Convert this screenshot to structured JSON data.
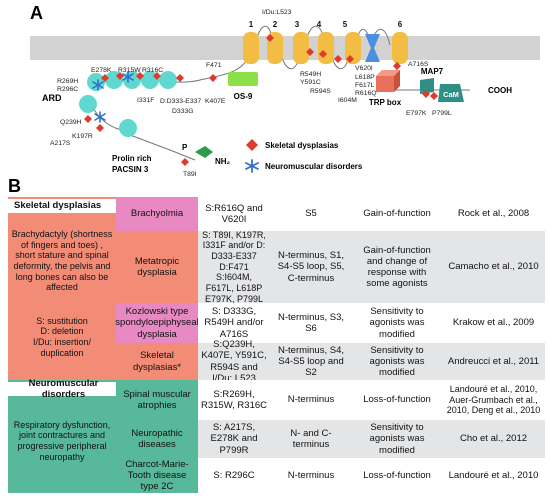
{
  "panel_a": {
    "letter": "A",
    "helix_numbers": [
      "1",
      "2",
      "3",
      "4",
      "5",
      "6"
    ],
    "domain_labels": {
      "ard": "ARD",
      "os9": "OS-9",
      "trp_box": "TRP box",
      "map7": "MAP7",
      "cam": "CaM",
      "cooh": "COOH",
      "prolin_rich": "Prolin rich",
      "pacsin": "PACSIN 3",
      "p": "P",
      "nh2": "NH₂"
    },
    "mutations": {
      "r269h": "R269H",
      "r296c": "R296C",
      "e278k": "E278K",
      "r315w": "R315W",
      "r316c": "R316C",
      "i331f": "I331F",
      "d333": "D:D333-E337",
      "d333g": "D333G",
      "k407e": "K407E",
      "f471": "F471",
      "q239h": "Q239H",
      "k197r": "K197R",
      "a217s": "A217S",
      "t89i": "T89I",
      "idu_l523": "I/Du:L523",
      "r549h": "R549H",
      "y591c": "Y591C",
      "r594s": "R594S",
      "i604m": "I604M",
      "v620i": "V620I",
      "l618p": "L618P",
      "f617l": "F617L",
      "r616q": "R616Q",
      "a716s": "A716S",
      "e797k": "E797K",
      "p799l": "P799L"
    },
    "legend": {
      "skeletal": "Skeletal dysplasias",
      "neuromuscular": "Neuromuscular disorders"
    },
    "colors": {
      "membrane": "#d2d2d2",
      "helix": "#f2bd42",
      "pore": "#4a8fe0",
      "ankyrin": "#5fd9cf",
      "os9": "#8be04a",
      "trp_box": "#e9705a",
      "map7": "#2d8f86",
      "cam": "#2d8f86",
      "prolin": "#2e9b4a",
      "skeletal_marker": "#e03a2f",
      "neuromuscular_marker": "#2f70c8"
    }
  },
  "panel_b": {
    "letter": "B",
    "skeletal_title": "Skeletal dysplasias",
    "skeletal_desc": "Brachydactyly (shortness of fingers and toes) , short stature and spinal deformity, the pelvis and long bones can also be affected",
    "mutation_key": "S: sustitution\nD: deletion\nI/Du: insertion/\nduplication",
    "neuromuscular_title": "Neuromuscular disorders",
    "neuromuscular_desc": "Respiratory dysfunction, joint contractures and progressive peripheral neuropathy",
    "rows": [
      {
        "disease": "Brachyolmia",
        "mutation": "S:R616Q and V620I",
        "region": "S5",
        "effect": "Gain-of-function",
        "ref": "Rock et al., 2008"
      },
      {
        "disease": "Metatropic dysplasia",
        "mutation": "S: T89I, K197R, I331F and/or D: D333-E337 D:F471 S:I604M, F617L, L618P E797K, P799L",
        "region": "N-terminus, S1, S4-S5 loop, S5, C-terminus",
        "effect": "Gain-of-function and change of response with some agonists",
        "ref": "Camacho et al., 2010"
      },
      {
        "disease": "Kozlowski type spondyloepiphyseal dysplasia",
        "mutation": "S: D333G, R549H and/or A716S",
        "region": "N-terminus, S3, S6",
        "effect": "Sensitivity to agonists was modified",
        "ref": "Krakow et al., 2009"
      },
      {
        "disease": "Skeletal dysplasias*",
        "mutation": "S:Q239H, K407E, Y591C, R594S and I/Du: L523",
        "region": "N-terminus, S4, S4-S5 loop and S2",
        "effect": "Sensitivity to agonists was modified",
        "ref": "Andreucci et al., 2011"
      },
      {
        "disease": "Spinal muscular atrophies",
        "mutation": "S:R269H, R315W, R316C",
        "region": "N-terminus",
        "effect": "Loss-of-function",
        "ref": "Landouré et al., 2010, Auer-Grumbach et al., 2010, Deng et al., 2010"
      },
      {
        "disease": "Neuropathic diseases",
        "mutation": "S: A217S, E278K and P799R",
        "region": "N- and C-terminus",
        "effect": "Sensitivity to agonists was modified",
        "ref": "Cho et al., 2012"
      },
      {
        "disease": "Charcot-Marie-Tooth disease type 2C",
        "mutation": "S: R296C",
        "region": "N-terminus",
        "effect": "Loss-of-function",
        "ref": "Landouré et al., 2010"
      }
    ]
  }
}
